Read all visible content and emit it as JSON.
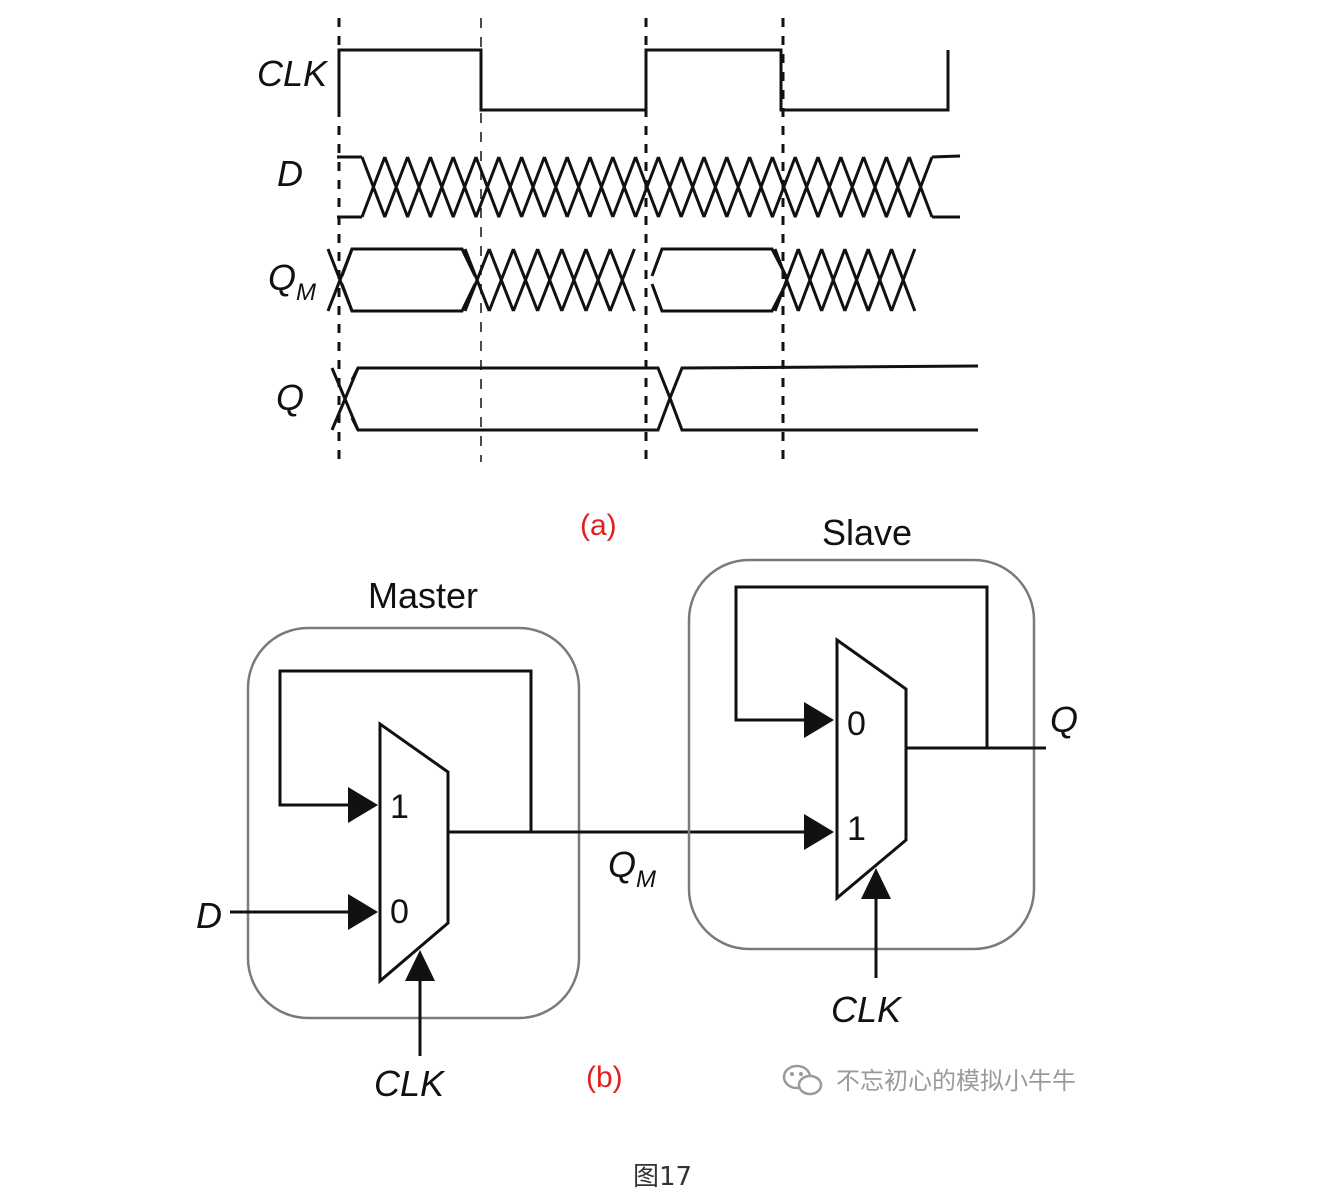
{
  "timing": {
    "signals": {
      "clk": "CLK",
      "d": "D",
      "qm_main": "Q",
      "qm_sub": "M",
      "q": "Q"
    },
    "label": "(a)"
  },
  "circuit": {
    "master_label": "Master",
    "slave_label": "Slave",
    "master_pin_top": "1",
    "master_pin_bottom": "0",
    "slave_pin_top": "0",
    "slave_pin_bottom": "1",
    "input_d": "D",
    "output_q": "Q",
    "qm_main": "Q",
    "qm_sub": "M",
    "master_clk": "CLK",
    "slave_clk": "CLK",
    "label": "(b)"
  },
  "watermark": "不忘初心的模拟小牛牛",
  "caption": "图17",
  "colors": {
    "label_red": "#e02020",
    "box_gray": "#7a7a7a",
    "ink": "#111111"
  },
  "icons": {
    "watermark": "wechat-icon"
  }
}
